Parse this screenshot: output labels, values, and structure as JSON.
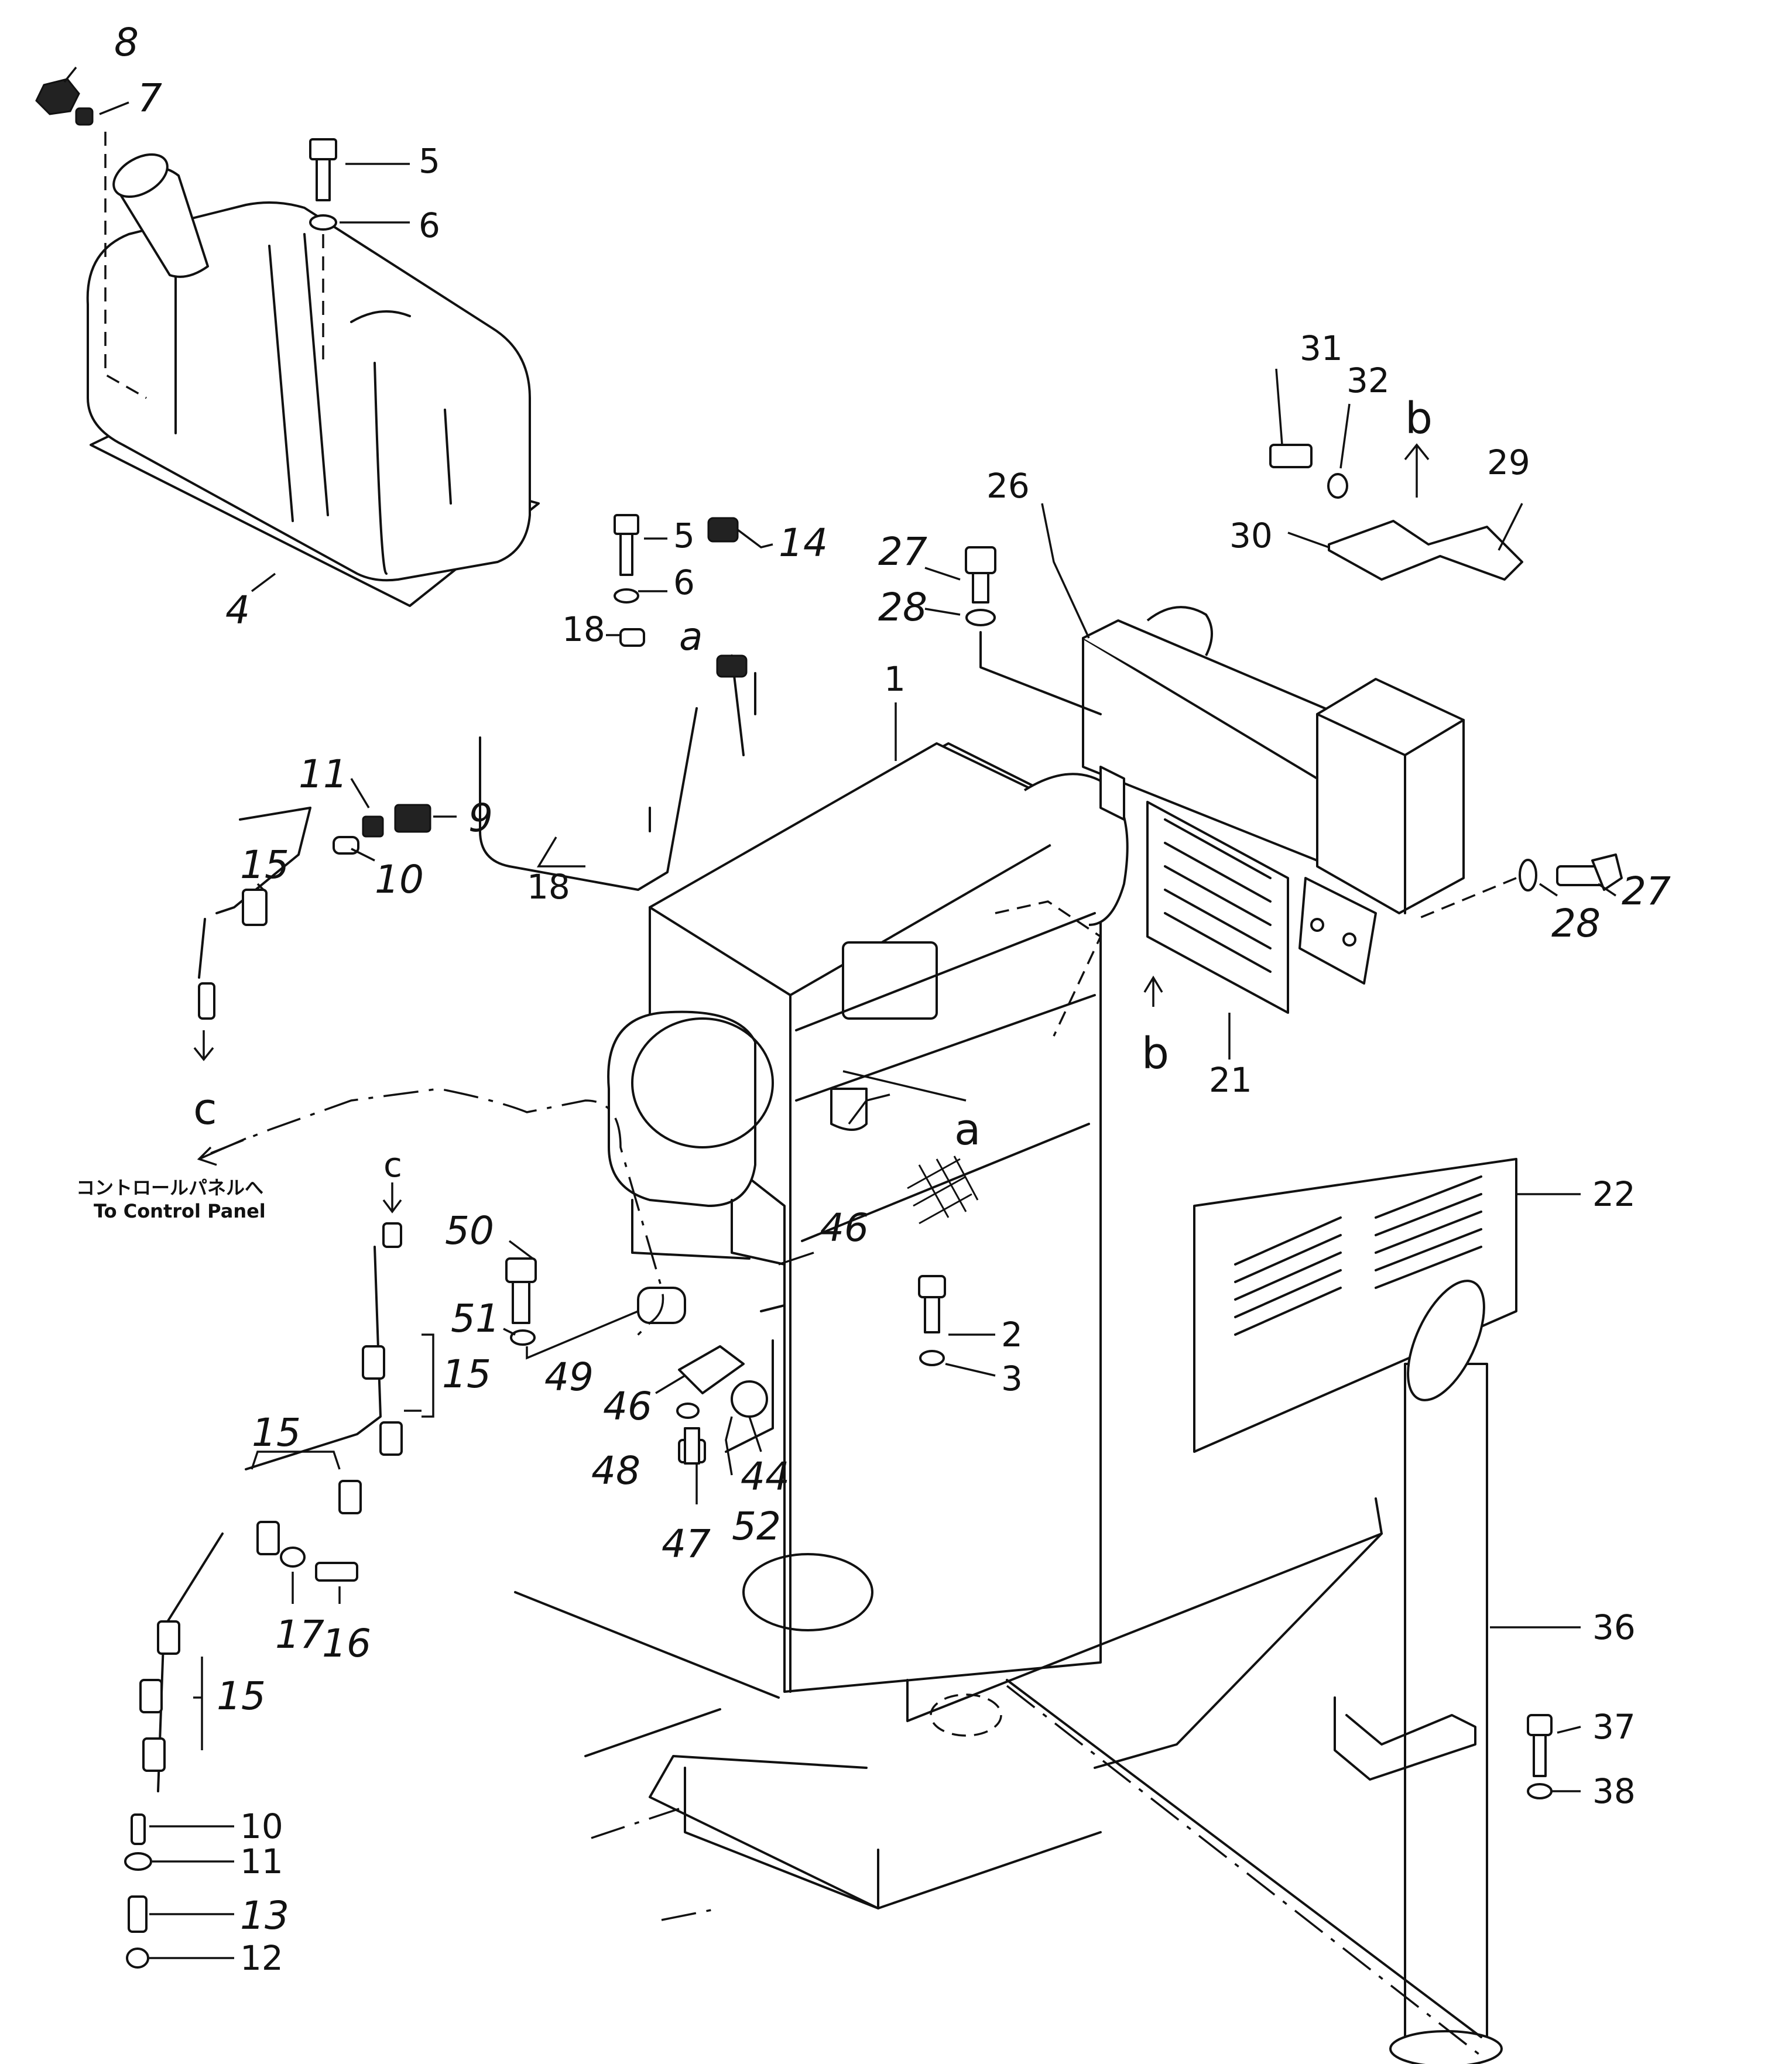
{
  "callouts": {
    "p1": "1",
    "p2": "2",
    "p3": "3",
    "p4": "4",
    "p5a": "5",
    "p5b": "5",
    "p6a": "6",
    "p6b": "6",
    "p7": "7",
    "p8": "8",
    "p9": "9",
    "p10a": "10",
    "p10b": "10",
    "p11a": "11",
    "p11b": "11",
    "p12": "12",
    "p13": "13",
    "p14": "14",
    "p15a": "15",
    "p15b": "15",
    "p15c": "15",
    "p15d": "15",
    "p16": "16",
    "p17": "17",
    "p18a": "18",
    "p18b": "18",
    "p21": "21",
    "p22": "22",
    "p26": "26",
    "p27a": "27",
    "p27b": "27",
    "p28a": "28",
    "p28b": "28",
    "p29": "29",
    "p30": "30",
    "p31": "31",
    "p32": "32",
    "p36": "36",
    "p37": "37",
    "p38": "38",
    "p44": "44",
    "p46a": "46",
    "p46b": "46",
    "p47": "47",
    "p48": "48",
    "p49": "49",
    "p50": "50",
    "p51": "51",
    "p52": "52"
  },
  "refs": {
    "a1": "a",
    "a2": "a",
    "b1": "b",
    "b2": "b",
    "c1": "c",
    "c2": "c"
  },
  "note": {
    "japanese": "コントロールパネルへ",
    "english": "To Control Panel"
  }
}
